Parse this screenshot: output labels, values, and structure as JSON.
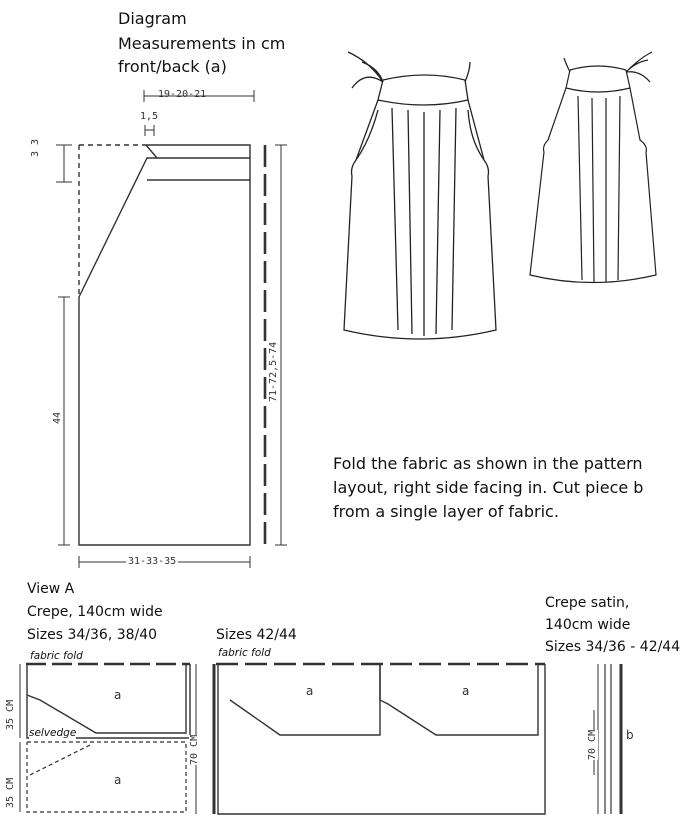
{
  "header": {
    "line1": "Diagram",
    "line2": "Measurements in cm",
    "line3": "front/back (a)"
  },
  "pattern": {
    "width_top": "19-20-21",
    "offset": "1,5",
    "yoke_tick": "3 3",
    "height_left": "44",
    "height_right": "71-72,5-74",
    "width_bottom": "31-33-35"
  },
  "instructions": {
    "line1": "Fold the fabric as shown in the pattern",
    "line2": "layout, right side facing in. Cut piece b",
    "line3": "from a single layer of fabric."
  },
  "layout_a": {
    "title": "View A",
    "fabric": "Crepe, 140cm wide",
    "sizes": "Sizes 34/36, 38/40",
    "fold": "fabric fold",
    "selvedge": "selvedge",
    "dim_top": "35 CM",
    "dim_bottom": "35 CM",
    "piece": "a"
  },
  "layout_b": {
    "sizes": "Sizes 42/44",
    "fold": "fabric fold",
    "dim": "70 CM",
    "piece": "a"
  },
  "layout_c": {
    "fabric1": "Crepe satin,",
    "fabric2": "140cm wide",
    "sizes": "Sizes 34/36 - 42/44",
    "dim": "70 CM",
    "piece": "b"
  }
}
